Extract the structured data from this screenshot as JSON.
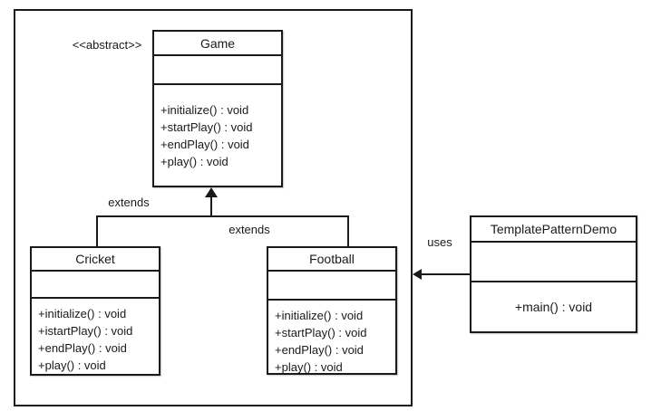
{
  "diagram": {
    "type": "uml-class-diagram",
    "stereotype": "<<abstract>>",
    "labels": {
      "extends_left": "extends",
      "extends_right": "extends",
      "uses": "uses"
    },
    "classes": {
      "game": {
        "name": "Game",
        "attributes": [],
        "methods": [
          "+initialize() : void",
          "+startPlay() : void",
          "+endPlay()  : void",
          "+play() : void"
        ]
      },
      "cricket": {
        "name": "Cricket",
        "attributes": [],
        "methods": [
          "+initialize()  : void",
          "+istartPlay() : void",
          "+endPlay()  : void",
          "+play() : void"
        ]
      },
      "football": {
        "name": "Football",
        "attributes": [],
        "methods": [
          "+initialize()  : void",
          "+startPlay() : void",
          "+endPlay()  : void",
          "+play() : void"
        ]
      },
      "demo": {
        "name": "TemplatePatternDemo",
        "attributes": [],
        "methods": [
          "+main() : void"
        ]
      }
    },
    "relations": {
      "cricket_to_game": "extends",
      "football_to_game": "extends",
      "demo_to_diagram": "uses"
    },
    "colors": {
      "line": "#1a1a1a",
      "text": "#1a1a1a",
      "background": "#ffffff"
    }
  }
}
